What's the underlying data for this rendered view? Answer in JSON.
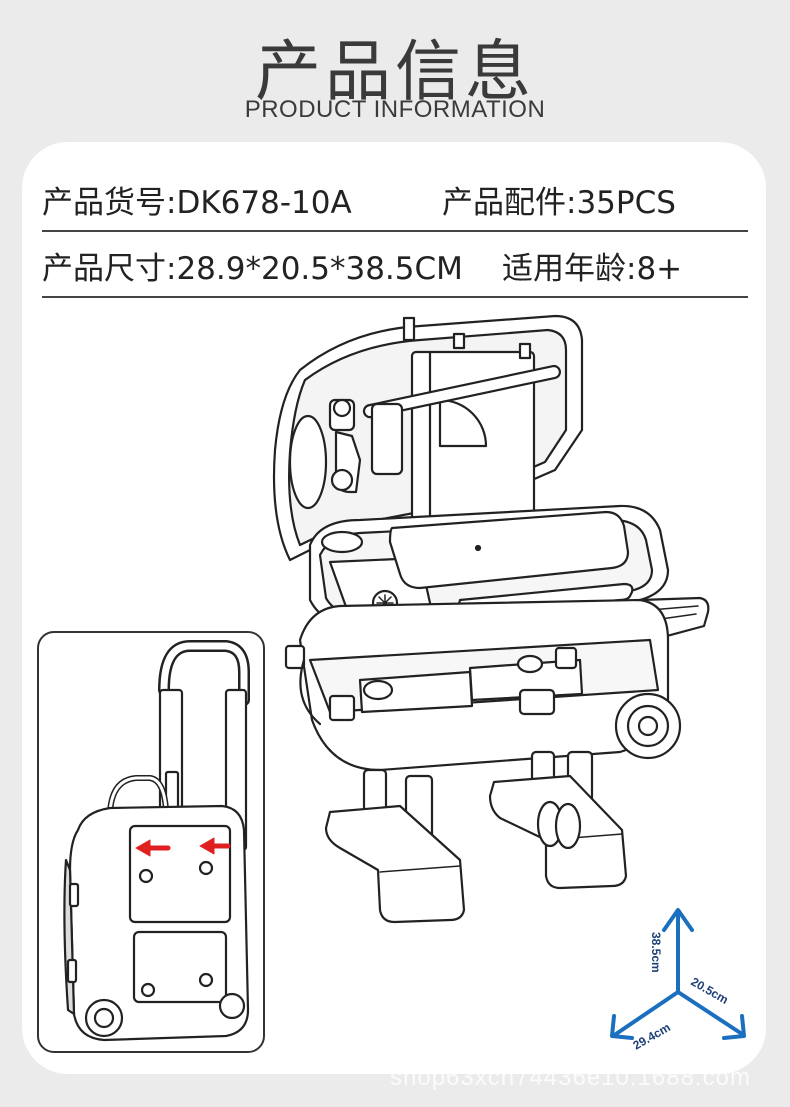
{
  "header": {
    "title_cn": "产品信息",
    "title_en": "PRODUCT INFORMATION"
  },
  "specs": {
    "item_no": "产品货号:DK678-10A",
    "accessories": "产品配件:35PCS",
    "size": "产品尺寸:28.9*20.5*38.5CM",
    "age": "适用年龄:8+"
  },
  "dimensions": {
    "height": "38.5cm",
    "depth": "20.5cm",
    "width": "29.4cm",
    "color": "#1a6fbf"
  },
  "colors": {
    "arrow": "#e02020",
    "line": "#222222"
  },
  "watermark": "shop63xch74436e10.1688.com"
}
